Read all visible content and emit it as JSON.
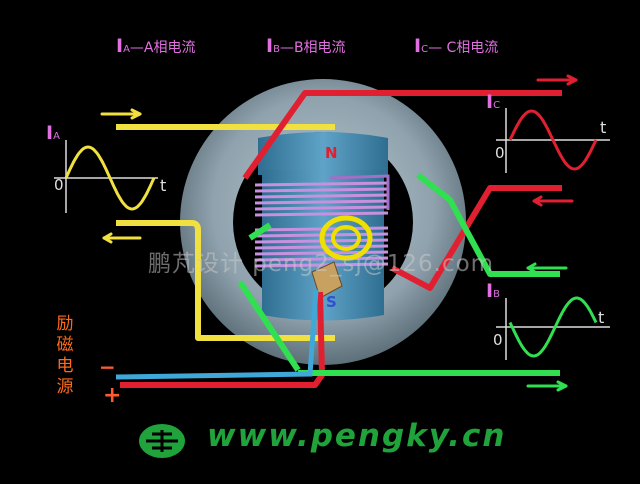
{
  "legend": {
    "ia": {
      "symbol": "I",
      "sub": "A",
      "text": "—A相电流"
    },
    "ib": {
      "symbol": "I",
      "sub": "B",
      "text": "—B相电流"
    },
    "ic": {
      "symbol": "I",
      "sub": "C",
      "text": "— C相电流"
    }
  },
  "waveforms": {
    "a": {
      "symbol": "I",
      "sub": "A",
      "origin": "0",
      "t": "t",
      "color": "#f0e040"
    },
    "b": {
      "symbol": "I",
      "sub": "B",
      "origin": "0",
      "t": "t",
      "color": "#30e050"
    },
    "c": {
      "symbol": "I",
      "sub": "C",
      "origin": "0",
      "t": "t",
      "color": "#e02030"
    }
  },
  "rotor": {
    "north": "N",
    "south": "S"
  },
  "watermark": "鹏芃设计 peng2_sj@126.com",
  "excitation": {
    "label": [
      "励",
      "磁",
      "电",
      "源"
    ],
    "minus": "−",
    "plus": "+"
  },
  "footer": {
    "url": "www.pengky.cn"
  },
  "colors": {
    "phase_a": "#f0e040",
    "phase_b": "#30e050",
    "phase_c": "#e02030",
    "stator": "#8fa2ad",
    "rotor": "#4f8fb0",
    "winding": "#c890e0",
    "legend": "#e070e0",
    "excitation": "#ff6a1a",
    "dc_wire": "#3fa8d8",
    "brand": "#1fa33a"
  }
}
